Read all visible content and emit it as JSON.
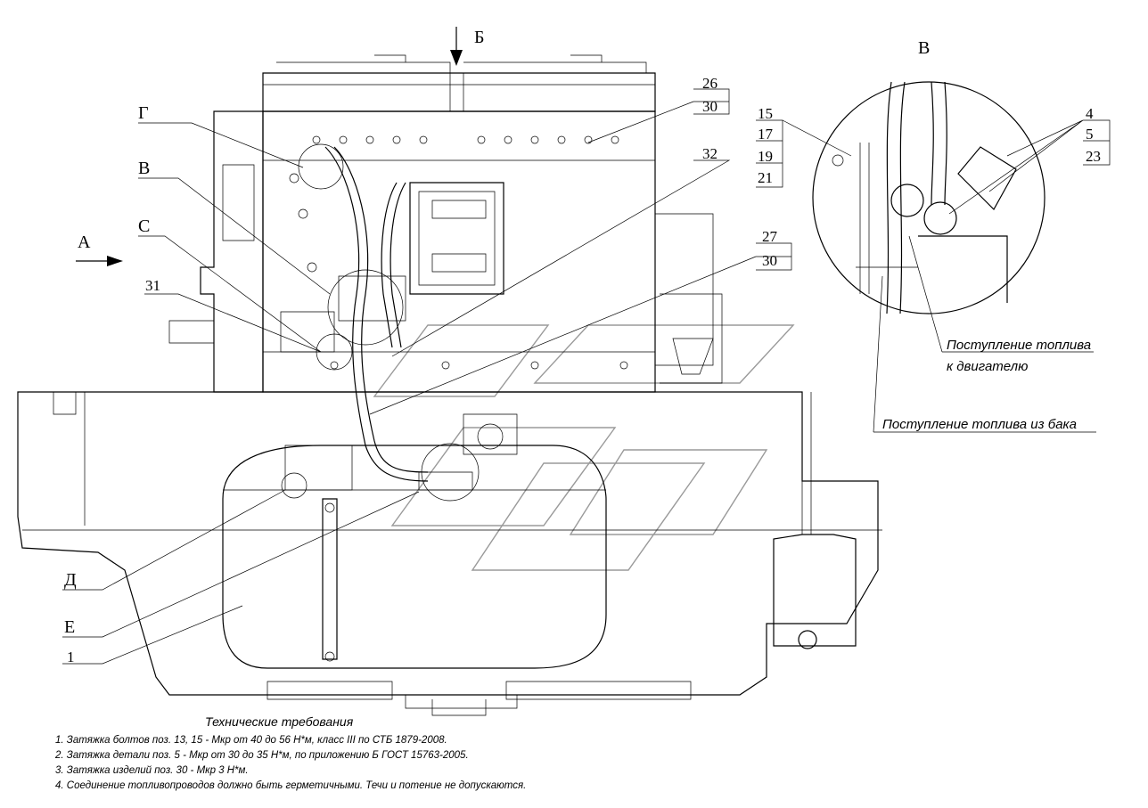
{
  "views": {
    "b_arrow": "Б",
    "a_arrow": "А",
    "detail_v_title": "В"
  },
  "callouts": {
    "g": "Г",
    "v": "В",
    "c": "С",
    "d": "Д",
    "e": "Е"
  },
  "positions": {
    "p1": "1",
    "p26": "26",
    "p30a": "30",
    "p32": "32",
    "p27": "27",
    "p30b": "30",
    "p31": "31",
    "p15": "15",
    "p17": "17",
    "p19": "19",
    "p21": "21",
    "p4": "4",
    "p5": "5",
    "p23": "23"
  },
  "notes": {
    "fuel_to_engine_1": "Поступление топлива",
    "fuel_to_engine_2": "к двигателю",
    "fuel_from_tank": "Поступление топлива из бака"
  },
  "requirements": {
    "title": "Технические требования",
    "items": [
      "1. Затяжка болтов поз. 13, 15 - Мкр от 40 до 56 Н*м, класс III  по СТБ 1879-2008.",
      "2. Затяжка детали поз. 5 - Мкр  от 30 до 35 Н*м, по приложению Б ГОСТ 15763-2005.",
      "3. Затяжка изделий поз. 30 - Мкр  3 Н*м.",
      "4. Соединение топливопроводов должно быть герметичными. Течи и потение не  допускаются."
    ]
  }
}
